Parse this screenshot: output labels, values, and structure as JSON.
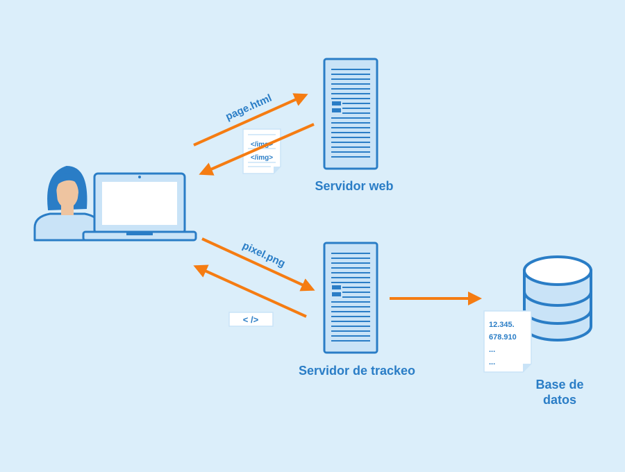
{
  "colors": {
    "background": "#dbeefa",
    "primary_blue": "#2a7dc6",
    "light_blue": "#c9e3f7",
    "arrow_orange": "#f57c12",
    "skin": "#eec4a0",
    "paper": "#ffffff"
  },
  "labels": {
    "web_server": "Servidor web",
    "tracking_server": "Servidor de trackeo",
    "database_line1": "Base de",
    "database_line2": "datos"
  },
  "arrows": {
    "request_page": "page.html",
    "request_pixel": "pixel.png"
  },
  "html_doc": {
    "line1": "</img>",
    "line2": "</img>"
  },
  "code_tag": "< />",
  "data_doc": {
    "lines": [
      "12.345.",
      "678.910",
      "...",
      "..."
    ]
  },
  "icons": {
    "user": "user-avatar-icon",
    "laptop": "laptop-icon",
    "server": "server-icon",
    "database": "database-icon",
    "document": "document-icon"
  }
}
